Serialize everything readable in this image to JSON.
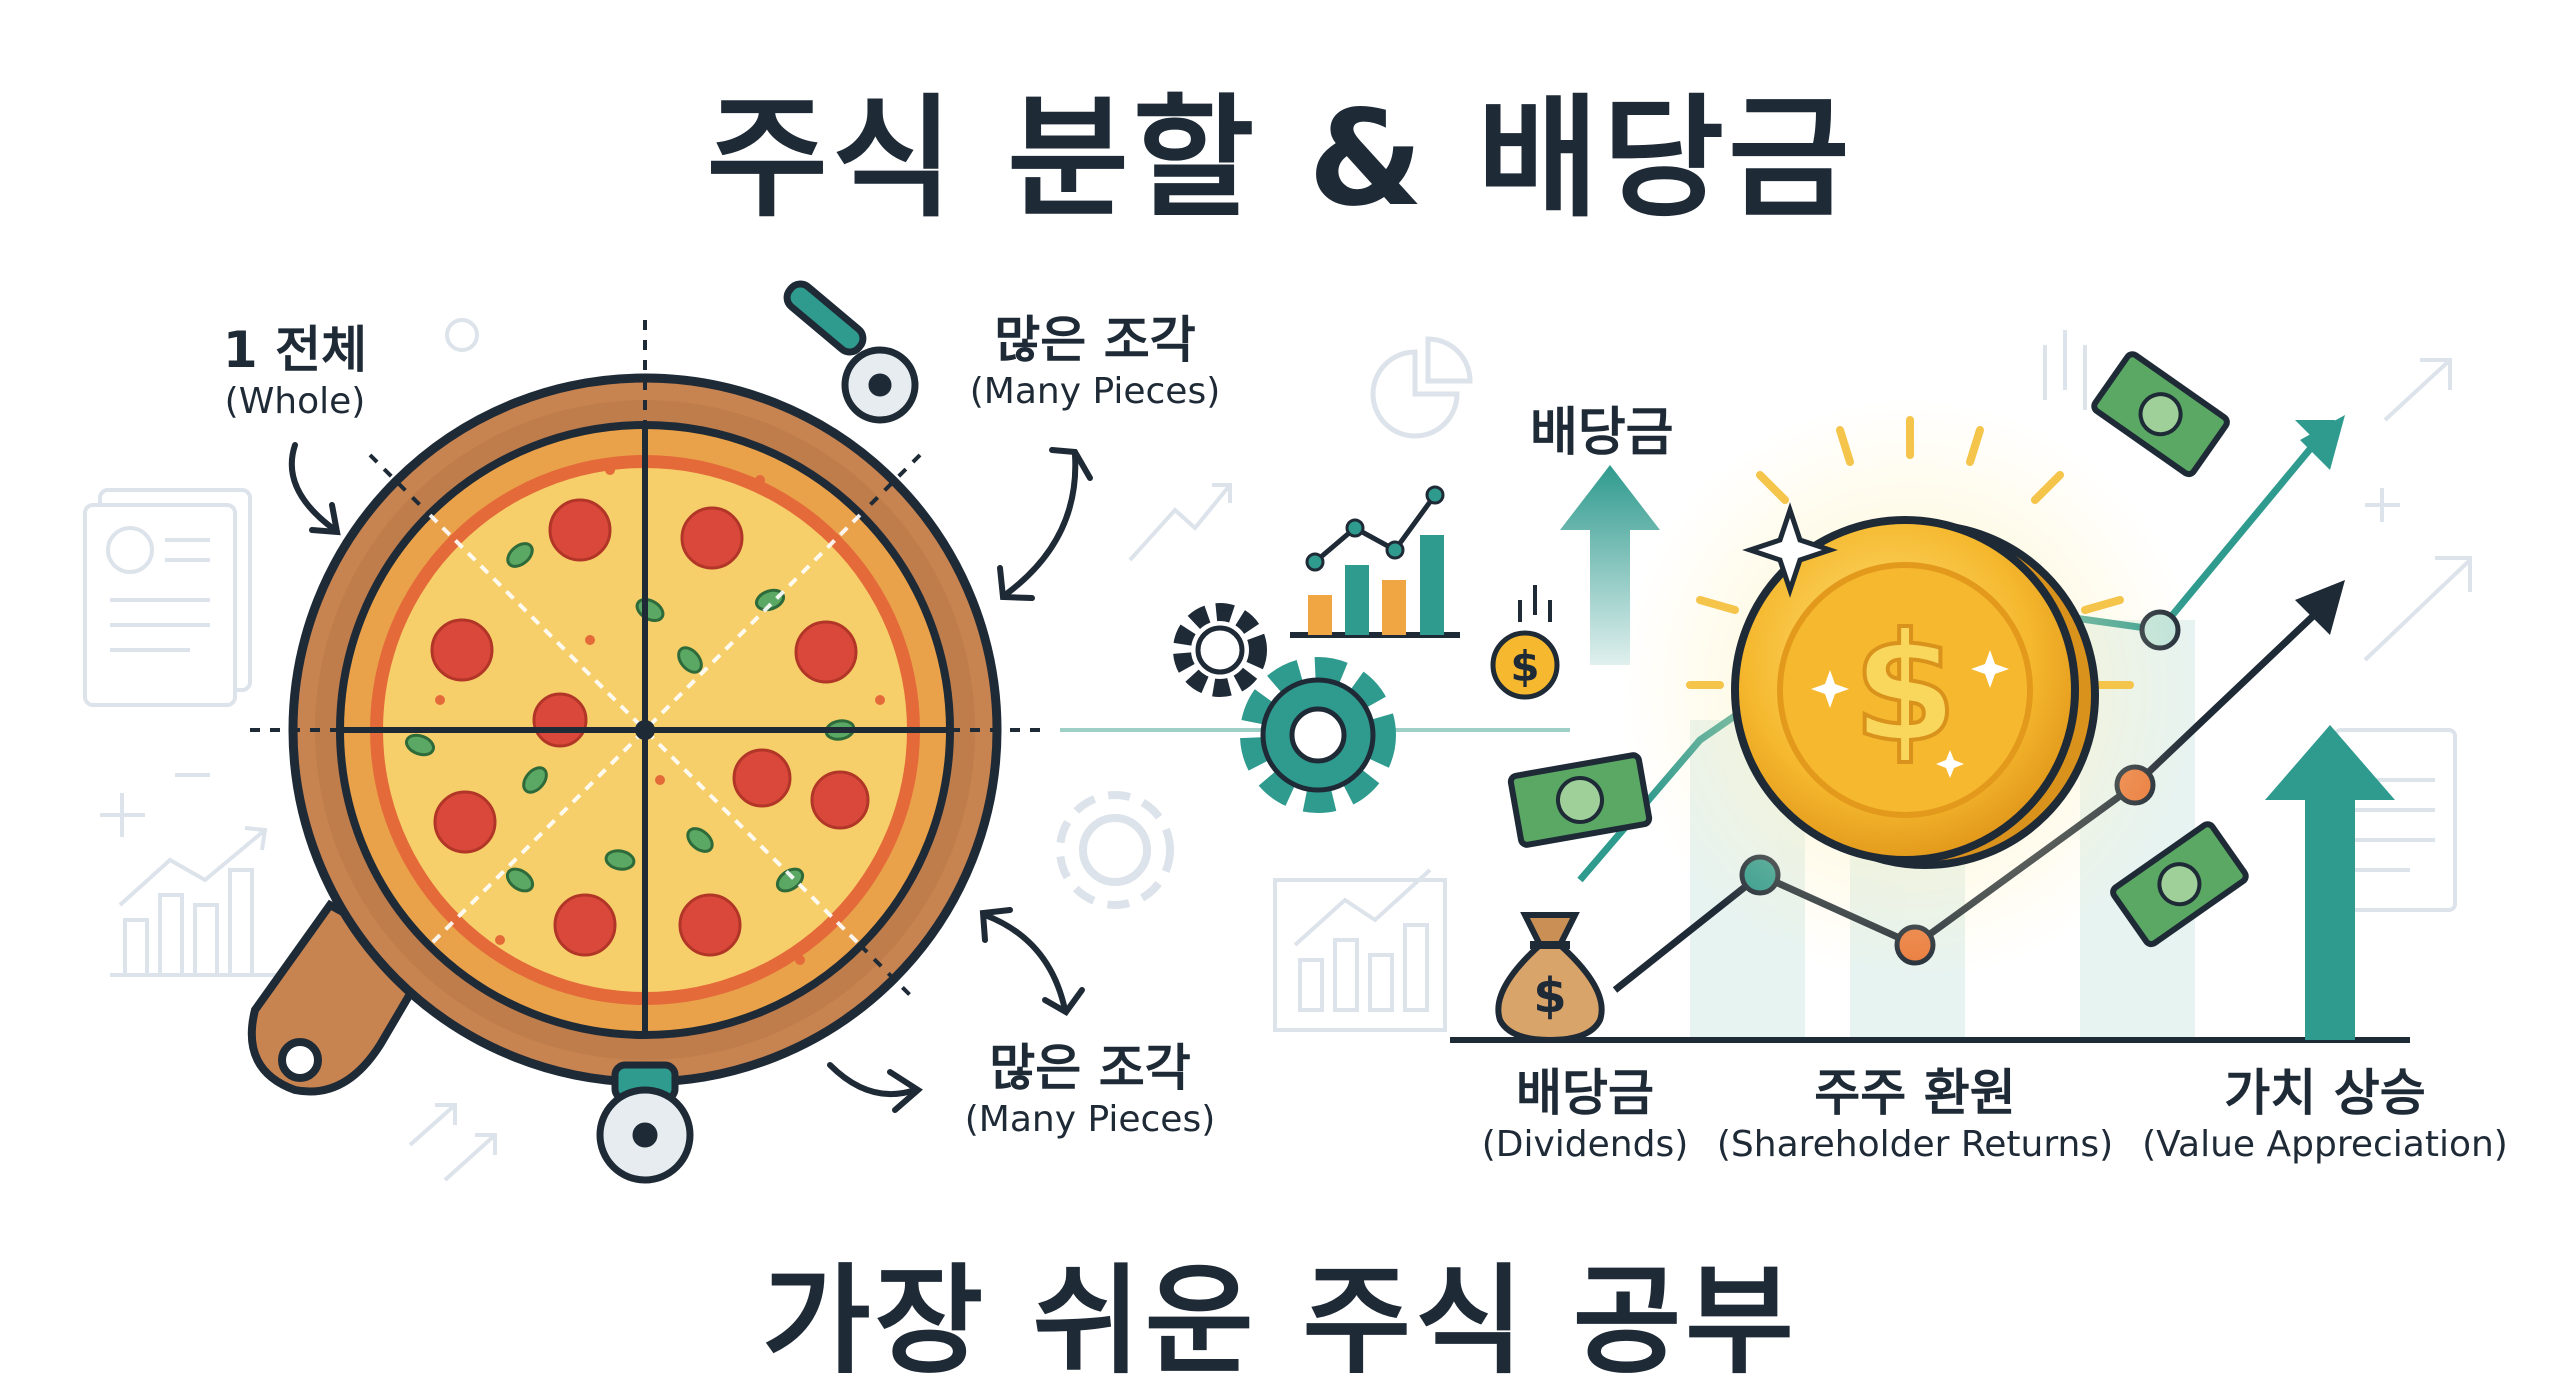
{
  "title": "주식 분할 & 배당금",
  "subtitle": "가장 쉬운 주식 공부",
  "pizza_labels": {
    "whole": {
      "ko": "1 전체",
      "en": "(Whole)"
    },
    "pieces_top": {
      "ko": "많은 조각",
      "en": "(Many Pieces)"
    },
    "pieces_bottom": {
      "ko": "많은 조각",
      "en": "(Many Pieces)"
    }
  },
  "dividend_arrow_label": "배당금",
  "chart_labels": [
    {
      "ko": "배당금",
      "en": "(Dividends)"
    },
    {
      "ko": "주주 환원",
      "en": "(Shareholder Returns)"
    },
    {
      "ko": "가치 상승",
      "en": "(Value Appreciation)"
    }
  ],
  "coin_symbol": "$",
  "bag_symbol": "$",
  "small_coin_symbol": "$",
  "colors": {
    "dark": "#1f2a37",
    "teal": "#2f9a8e",
    "gold": "#f5b82e",
    "crust": "#e9a24a",
    "sauce": "#e46a3a",
    "cheese": "#f7cf6a",
    "pepperoni": "#d9483b",
    "board": "#b5774a",
    "money": "#5aa864",
    "orange_dot": "#ea7a3c"
  },
  "icons": [
    "pizza-icon",
    "cutting-board-icon",
    "pizza-cutter-icon",
    "gear-icon",
    "coin-icon",
    "money-bag-icon",
    "banknote-icon",
    "bar-chart-icon",
    "pie-chart-icon",
    "document-icon",
    "arrow-up-icon",
    "sparkle-icon"
  ]
}
